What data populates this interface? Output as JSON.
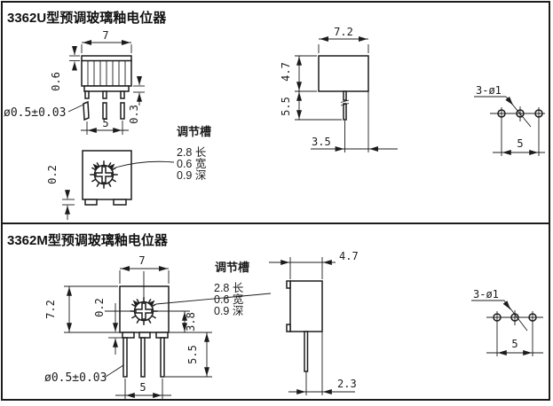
{
  "colors": {
    "ink": "#1c1c1c",
    "paper": "#ffffff"
  },
  "sections": {
    "u": {
      "title": "3362U型预调玻璃釉电位器",
      "slot": {
        "title": "调节槽",
        "rows": [
          "2.8 长",
          "0.6 宽",
          "0.9 深"
        ]
      },
      "dims": {
        "front_width": "7",
        "cap_height": "0.6",
        "lead_dia": "ø0.5±0.03",
        "standoff": "0.3",
        "pin_pitch": "5",
        "foot_height": "0.2",
        "side_width": "7.2",
        "body_height": "4.7",
        "lead_length": "5.5",
        "pin_offset": "3.5",
        "holes_label": "3-ø1",
        "holes_pitch": "5"
      }
    },
    "m": {
      "title": "3362M型预调玻璃釉电位器",
      "slot": {
        "title": "调节槽",
        "rows": [
          "2.8 长",
          "0.6 宽",
          "0.9 深"
        ]
      },
      "dims": {
        "front_width": "7",
        "body_height": "7.2",
        "foot_height": "0.2",
        "rotor_to_bottom": "3.8",
        "lead_length": "5.5",
        "lead_dia": "ø0.5±0.03",
        "pin_pitch": "5",
        "side_depth": "4.7",
        "pin_offset": "2.3",
        "holes_label": "3-ø1",
        "holes_pitch": "5"
      }
    }
  }
}
